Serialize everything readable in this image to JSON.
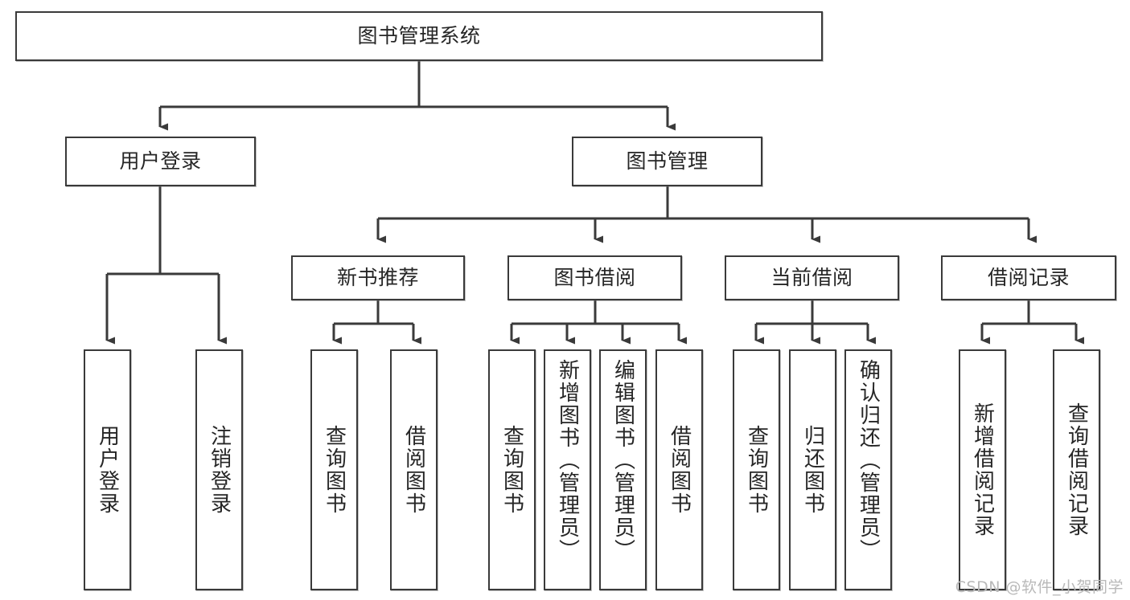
{
  "diagram": {
    "title": "图书管理系统",
    "type": "tree-hierarchy-diagram",
    "watermark": "CSDN @软件_小贺同学",
    "root": {
      "id": "root",
      "label": "图书管理系统"
    },
    "level1": [
      {
        "id": "user-login",
        "label": "用户登录"
      },
      {
        "id": "book-manage",
        "label": "图书管理"
      }
    ],
    "level2": [
      {
        "id": "new-book-recommend",
        "label": "新书推荐",
        "parent": "book-manage"
      },
      {
        "id": "book-borrow",
        "label": "图书借阅",
        "parent": "book-manage"
      },
      {
        "id": "current-borrow",
        "label": "当前借阅",
        "parent": "book-manage"
      },
      {
        "id": "borrow-record",
        "label": "借阅记录",
        "parent": "book-manage"
      }
    ],
    "leaves": {
      "user-login": [
        {
          "id": "leaf-user-login",
          "label": "用户登录"
        },
        {
          "id": "leaf-logout-login",
          "label": "注销登录"
        }
      ],
      "new-book-recommend": [
        {
          "id": "leaf-query-book-1",
          "label": "查询图书"
        },
        {
          "id": "leaf-borrow-book-1",
          "label": "借阅图书"
        }
      ],
      "book-borrow": [
        {
          "id": "leaf-query-book-2",
          "label": "查询图书"
        },
        {
          "id": "leaf-add-book",
          "label": "新增图书（管理员）"
        },
        {
          "id": "leaf-edit-book",
          "label": "编辑图书（管理员）"
        },
        {
          "id": "leaf-borrow-book-2",
          "label": "借阅图书"
        }
      ],
      "current-borrow": [
        {
          "id": "leaf-query-book-3",
          "label": "查询图书"
        },
        {
          "id": "leaf-return-book",
          "label": "归还图书"
        },
        {
          "id": "leaf-confirm-return",
          "label": "确认归还（管理员）"
        }
      ],
      "borrow-record": [
        {
          "id": "leaf-add-record",
          "label": "新增借阅记录"
        },
        {
          "id": "leaf-query-record",
          "label": "查询借阅记录"
        }
      ]
    },
    "colors": {
      "stroke": "#3a3a3a",
      "text": "#262626",
      "background": "#ffffff",
      "watermark": "#b9b9b9"
    }
  }
}
